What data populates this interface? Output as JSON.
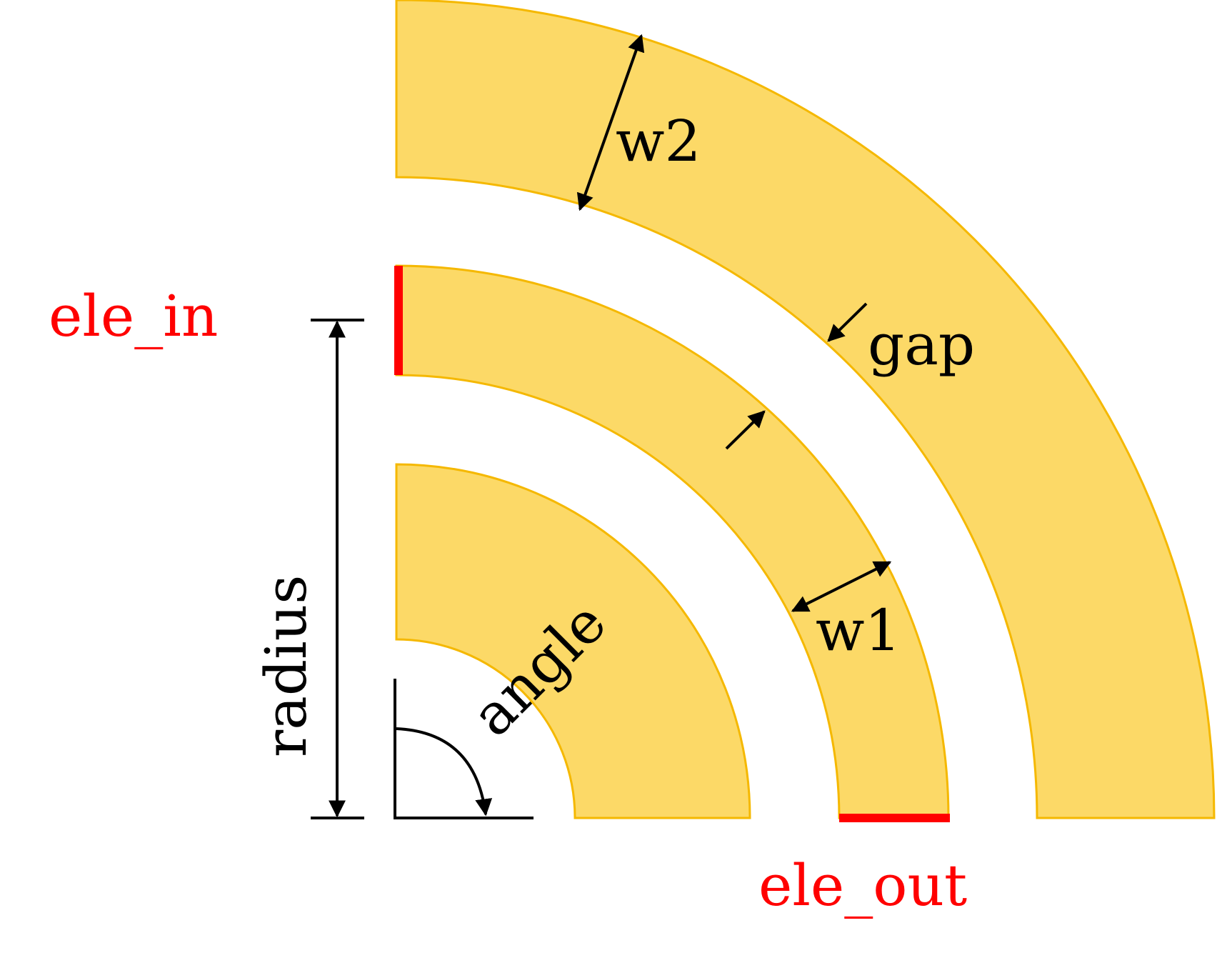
{
  "diagram": {
    "labels": {
      "w2": "w2",
      "gap": "gap",
      "w1": "w1",
      "radius": "radius",
      "angle": "angle",
      "ele_in": "ele_in",
      "ele_out": "ele_out"
    },
    "colors": {
      "ring_fill": "#fcd967",
      "ring_stroke": "#f5b800",
      "port": "#ff0000",
      "annotation": "#000000"
    }
  }
}
